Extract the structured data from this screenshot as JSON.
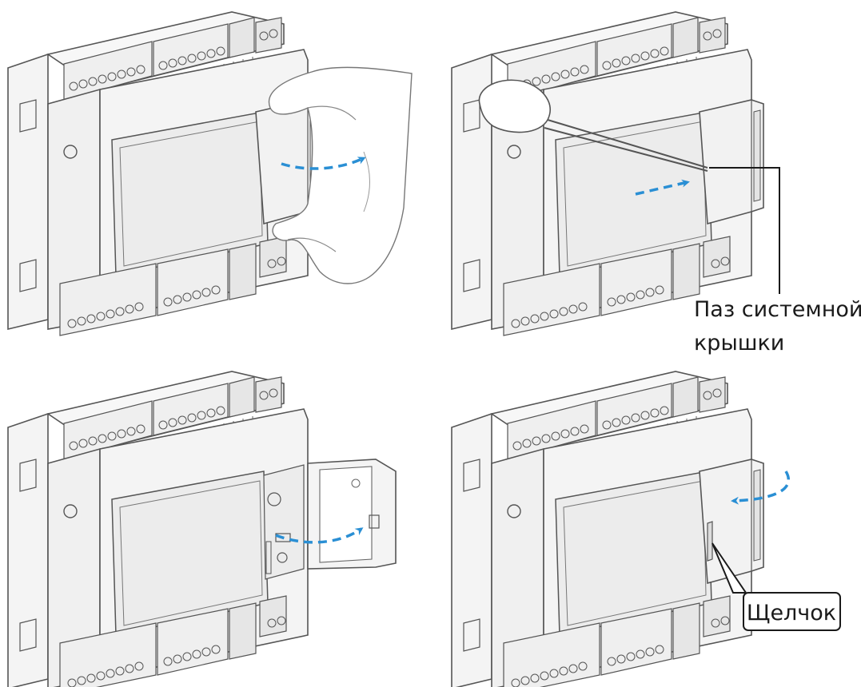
{
  "labels": {
    "groove_line1": "Паз системной",
    "groove_line2": "крышки",
    "click": "Щелчок"
  },
  "colors": {
    "outline": "#555555",
    "light_fill": "#f4f4f4",
    "panel_fill": "#ececec",
    "arrow": "#2a8fd4",
    "text": "#1a1a1a"
  },
  "icons": {
    "hand": "hand-gripping-cover",
    "tool": "screwdriver",
    "arrow": "dashed-blue-arrow"
  }
}
